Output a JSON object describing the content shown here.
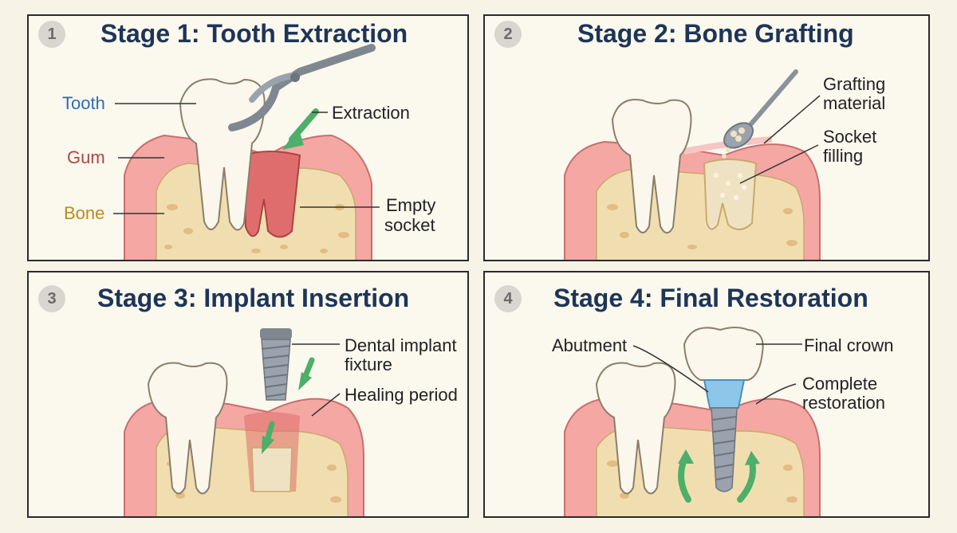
{
  "panels": [
    {
      "number": "1",
      "title": "Stage 1: Tooth Extraction",
      "labels": {
        "tooth": "Tooth",
        "gum": "Gum",
        "bone": "Bone",
        "extraction": "Extraction",
        "empty_socket_line1": "Empty",
        "empty_socket_line2": "socket"
      }
    },
    {
      "number": "2",
      "title": "Stage 2: Bone Grafting",
      "labels": {
        "grafting_line1": "Grafting",
        "grafting_line2": "material",
        "socket_line1": "Socket",
        "socket_line2": "filling"
      }
    },
    {
      "number": "3",
      "title": "Stage 3: Implant Insertion",
      "labels": {
        "implant_line1": "Dental implant",
        "implant_line2": "fixture",
        "healing": "Healing period"
      }
    },
    {
      "number": "4",
      "title": "Stage 4: Final Restoration",
      "labels": {
        "abutment": "Abutment",
        "final_crown": "Final crown",
        "complete_line1": "Complete",
        "complete_line2": "restoration"
      }
    }
  ],
  "colors": {
    "title": "#1d3557",
    "gum": "#f4a7a3",
    "bone": "#f1deb0",
    "tooth": "#fbf7ec",
    "arrow": "#4caf6a",
    "metal": "#9aa3ad"
  }
}
